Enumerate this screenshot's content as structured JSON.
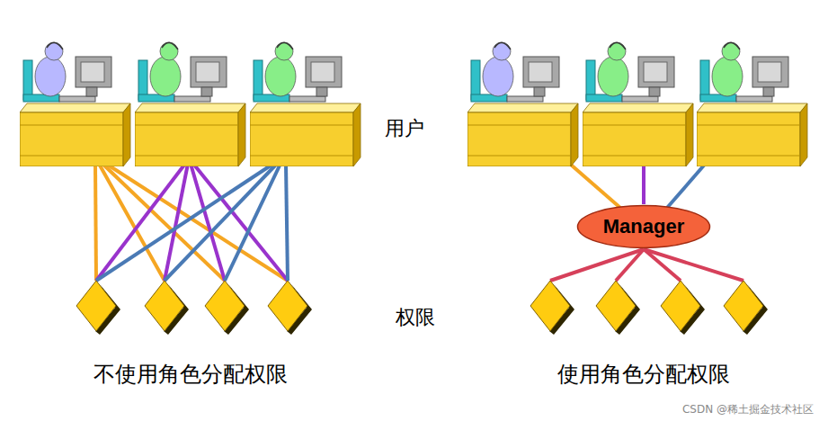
{
  "diagram": {
    "nodes": [
      {
        "text": [
          "Manager"
        ]
      }
    ],
    "labels": [
      "用户",
      "权限",
      "不使用角色分配权限",
      "使用角色分配权限",
      "CSDN @稀土掘金技术社区"
    ]
  }
}
